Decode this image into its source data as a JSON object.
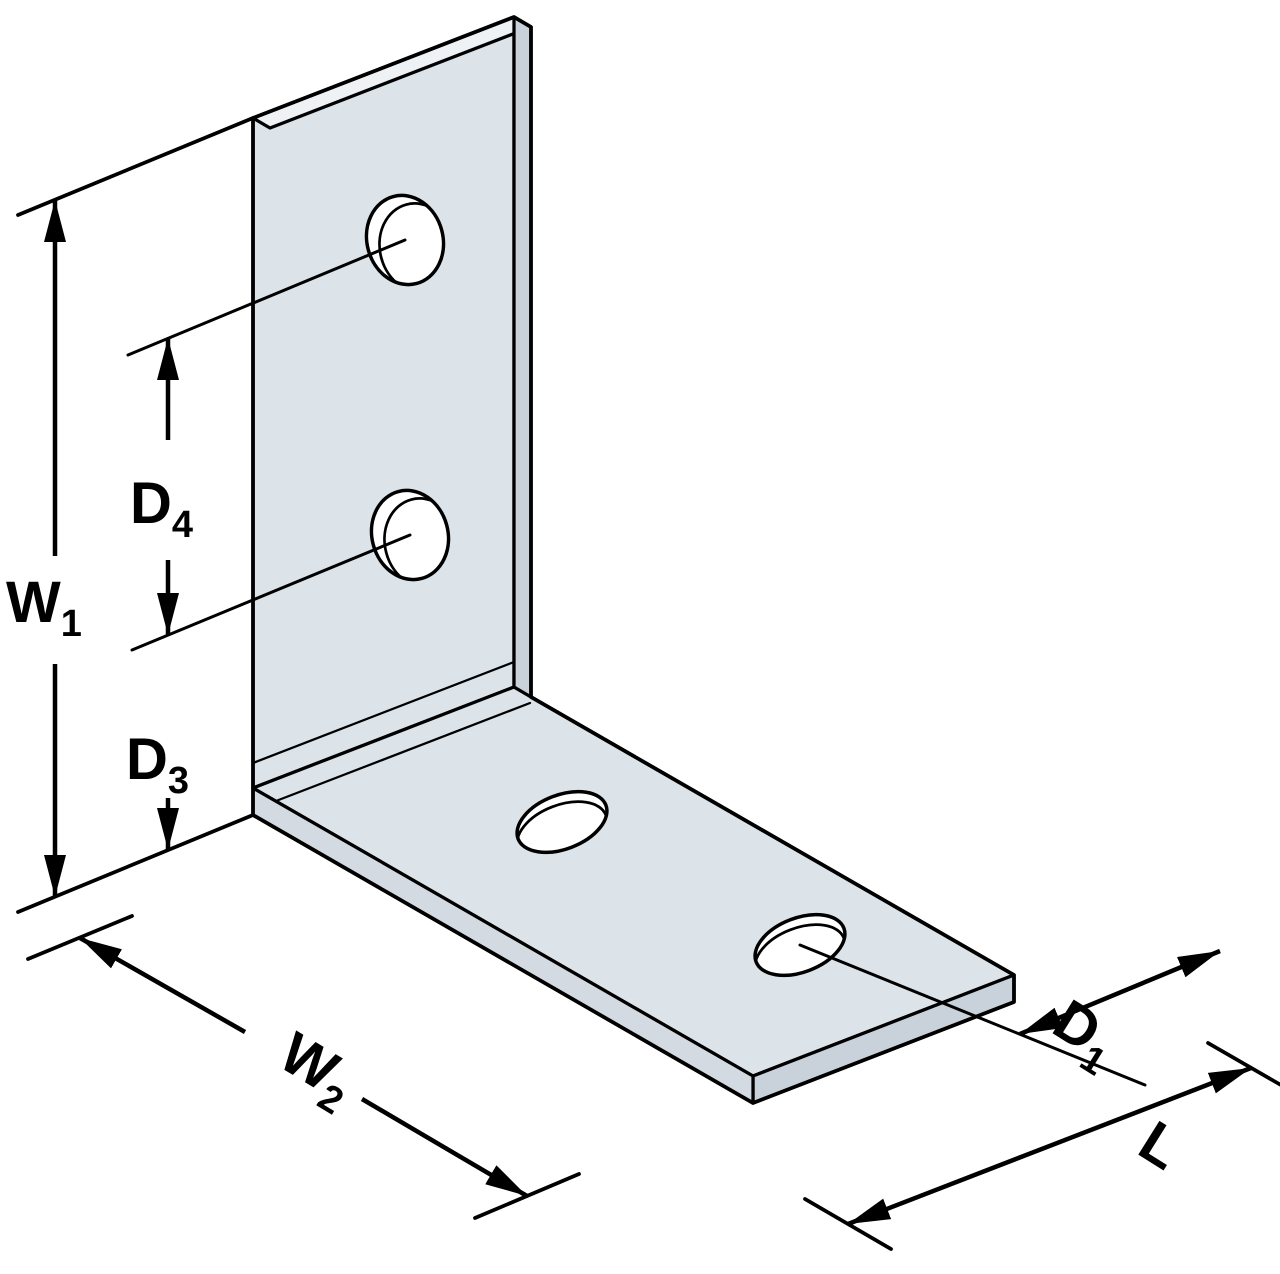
{
  "diagram": {
    "type": "isometric technical line drawing",
    "part": "L-shaped angle bracket (bent steel plate) with four bolt holes",
    "vertical_leg_holes": 2,
    "horizontal_leg_holes": 2,
    "dimension_labels": [
      "W1",
      "D4",
      "D3",
      "W2",
      "D1",
      "L"
    ]
  },
  "labels": {
    "w1": {
      "base": "W",
      "sub": "1"
    },
    "d4": {
      "base": "D",
      "sub": "4"
    },
    "d3": {
      "base": "D",
      "sub": "3"
    },
    "w2": {
      "base": "W",
      "sub": "2"
    },
    "d1": {
      "base": "D",
      "sub": "1"
    },
    "l": {
      "base": "L",
      "sub": ""
    }
  },
  "colors": {
    "background": "#ffffff",
    "outline": "#000000",
    "face": "#dce3e9",
    "face_top": "#eef2f5",
    "face_edge": "#c9d2da",
    "face_side": "#d3dae1",
    "hole": "#ffffff"
  }
}
